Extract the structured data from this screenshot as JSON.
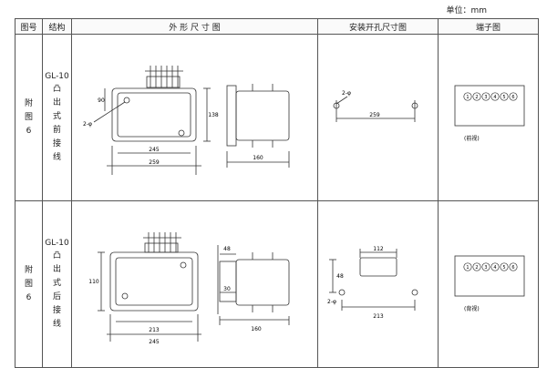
{
  "unit_label": "单位：mm",
  "headers": {
    "fig_no": "图号",
    "structure": "结构",
    "outline": "外 形 尺 寸 图",
    "mounting": "安装开孔尺寸图",
    "terminal": "端子图"
  },
  "rows": [
    {
      "fig": [
        "附",
        "图",
        "6"
      ],
      "model": "GL-10",
      "structure": [
        "凸",
        "出",
        "式",
        "前",
        "接",
        "线"
      ],
      "dims": {
        "w245": "245",
        "w259": "259",
        "h90": "90",
        "h138": "138",
        "d160": "160",
        "hole": "2-φ",
        "mount_w": "259",
        "mount_hole": "2-φ"
      },
      "view_label": "(前视)",
      "terminals": [
        "1",
        "2",
        "3",
        "4",
        "5",
        "6"
      ]
    },
    {
      "fig": [
        "附",
        "图",
        "6"
      ],
      "model": "GL-10",
      "structure": [
        "凸",
        "出",
        "式",
        "后",
        "接",
        "线"
      ],
      "dims": {
        "w213": "213",
        "w245": "245",
        "h110": "110",
        "h48": "48",
        "d160": "160",
        "d30": "30",
        "m112": "112",
        "m48": "48",
        "m213": "213",
        "hole": "2-φ"
      },
      "view_label": "(背视)",
      "terminals": [
        "1",
        "2",
        "3",
        "4",
        "5",
        "6"
      ]
    }
  ],
  "colors": {
    "line": "#333333",
    "border": "#555555"
  }
}
